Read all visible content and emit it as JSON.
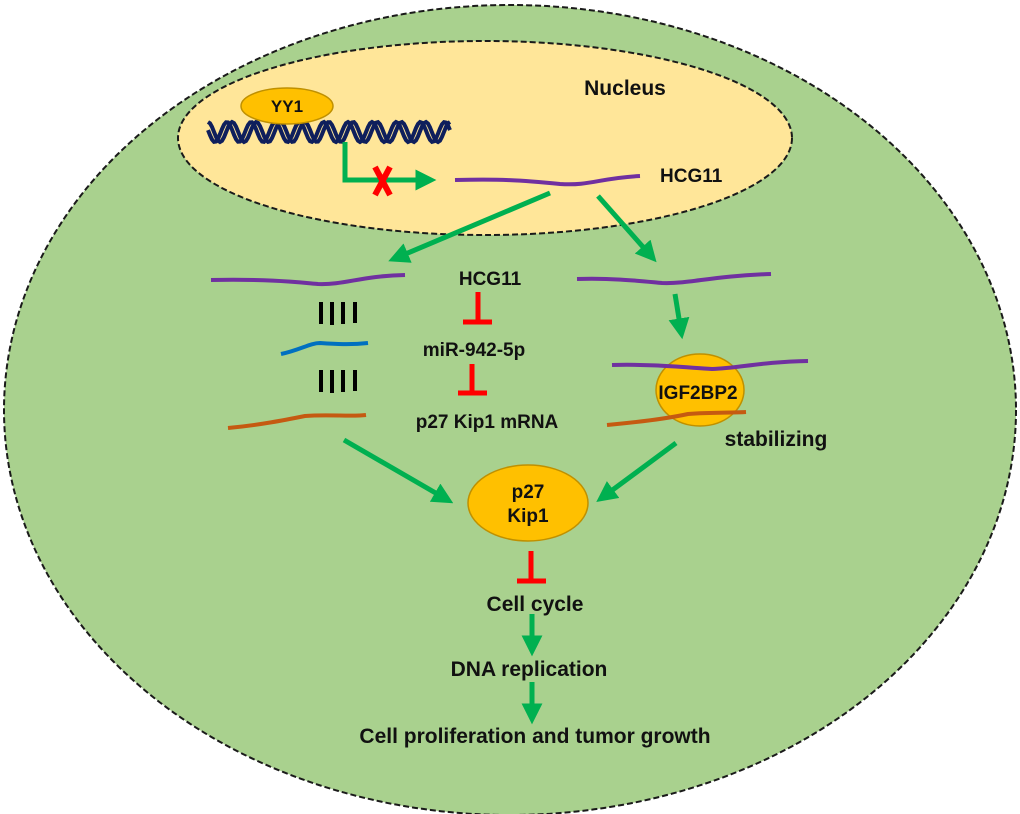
{
  "colors": {
    "cell_fill": "#a9d18e",
    "nucleus_fill": "#ffe699",
    "membrane": "#1a1a1a",
    "protein_fill": "#ffc000",
    "protein_stroke": "#bf9000",
    "dna": "#0f1f5c",
    "activation_arrow": "#00b050",
    "inhibition": "#ff0000",
    "hcg11_rna": "#7030a0",
    "mirna": "#0070c0",
    "p27_mrna": "#c55a11",
    "pairing": "#000000"
  },
  "compartments": {
    "cell": {
      "label": ""
    },
    "nucleus": {
      "label": "Nucleus"
    }
  },
  "nodes": {
    "yy1": "YY1",
    "hcg11_nuclear": "HCG11",
    "hcg11_cyto": "HCG11",
    "mir942": "miR-942-5p",
    "p27_mrna": "p27 Kip1 mRNA",
    "igf2bp2": "IGF2BP2",
    "stabilizing": "stabilizing",
    "p27_protein_line1": "p27",
    "p27_protein_line2": "Kip1",
    "cell_cycle": "Cell cycle",
    "dna_replication": "DNA replication",
    "outcome": "Cell proliferation and tumor growth"
  },
  "relations": [
    {
      "from": "YY1",
      "to": "HCG11",
      "type": "transcription-blocked"
    },
    {
      "from": "HCG11",
      "to": "HCG11 (sponge branch)",
      "type": "export"
    },
    {
      "from": "HCG11",
      "to": "HCG11 (IGF2BP2 branch)",
      "type": "export"
    },
    {
      "from": "HCG11",
      "to": "miR-942-5p",
      "type": "inhibits"
    },
    {
      "from": "miR-942-5p",
      "to": "p27 Kip1 mRNA",
      "type": "inhibits"
    },
    {
      "from": "HCG11",
      "to": "IGF2BP2",
      "type": "activates"
    },
    {
      "from": "IGF2BP2",
      "to": "p27 Kip1 mRNA",
      "type": "stabilizing"
    },
    {
      "from": "p27 Kip1 mRNA",
      "to": "p27 Kip1",
      "type": "activates"
    },
    {
      "from": "IGF2BP2 complex",
      "to": "p27 Kip1",
      "type": "activates"
    },
    {
      "from": "p27 Kip1",
      "to": "Cell cycle",
      "type": "inhibits"
    },
    {
      "from": "Cell cycle",
      "to": "DNA replication",
      "type": "activates"
    },
    {
      "from": "DNA replication",
      "to": "Cell proliferation and tumor growth",
      "type": "activates"
    }
  ]
}
